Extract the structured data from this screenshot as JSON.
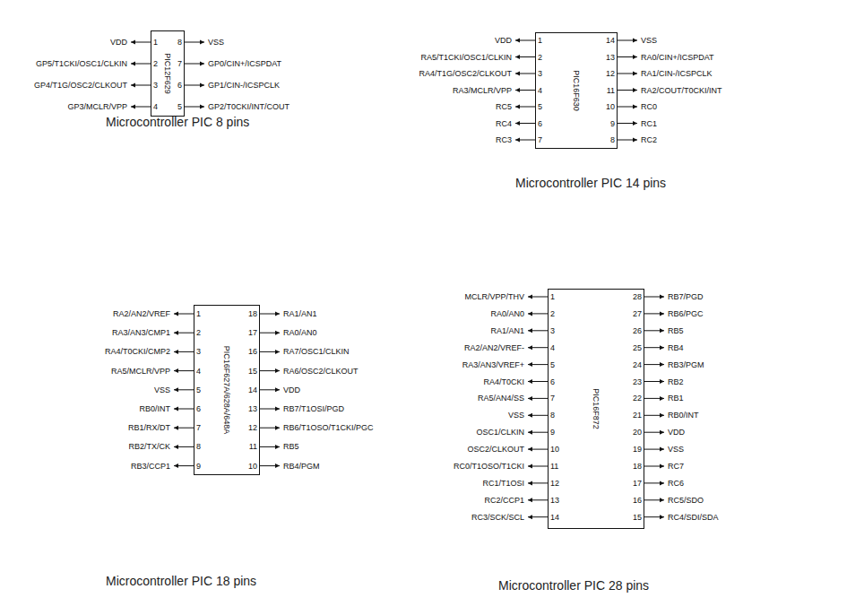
{
  "diagram": {
    "nodes": [
      {
        "text": [
          "PIC12F629"
        ]
      },
      {
        "text": [
          "PIC16F630"
        ]
      },
      {
        "text": [
          "PIC16F627A/628A/648A"
        ]
      },
      {
        "text": [
          "PIC16F872"
        ]
      }
    ],
    "labels": [
      "1",
      "VDD",
      "2",
      "GP5/T1CKI/OSC1/CLKIN",
      "3",
      "GP4/T1G/OSC2/CLKOUT",
      "4",
      "GP3/MCLR/VPP",
      "5",
      "GP2/T0CKI/INT/COUT",
      "6",
      "GP1/CIN-/ICSPCLK",
      "7",
      "GP0/CIN+/ICSPDAT",
      "8",
      "VSS",
      "Microcontroller PIC 8 pins",
      "1",
      "VDD",
      "2",
      "RA5/T1CKI/OSC1/CLKIN",
      "3",
      "RA4/T1G/OSC2/CLKOUT",
      "4",
      "RA3/MCLR/VPP",
      "5",
      "RC5",
      "6",
      "RC4",
      "7",
      "RC3",
      "8",
      "RC2",
      "9",
      "RC1",
      "10",
      "RC0",
      "11",
      "RA2/COUT/T0CKI/INT",
      "12",
      "RA1/CIN-/ICSPCLK",
      "13",
      "RA0/CIN+/ICSPDAT",
      "14",
      "VSS",
      "Microcontroller PIC 14  pins",
      "1",
      "RA2/AN2/VREF",
      "2",
      "RA3/AN3/CMP1",
      "3",
      "RA4/T0CKI/CMP2",
      "4",
      "RA5/MCLR/VPP",
      "5",
      "VSS",
      "6",
      "RB0/INT",
      "7",
      "RB1/RX/DT",
      "8",
      "RB2/TX/CK",
      "9",
      "RB3/CCP1",
      "10",
      "RB4/PGM",
      "11",
      "RB5",
      "12",
      "RB6/T1OSO/T1CKI/PGC",
      "13",
      "RB7/T1OSI/PGD",
      "14",
      "VDD",
      "15",
      "RA6/OSC2/CLKOUT",
      "16",
      "RA7/OSC1/CLKIN",
      "17",
      "RA0/AN0",
      "18",
      "RA1/AN1",
      "Microcontroller PIC 18 pins",
      "1",
      "MCLR/VPP/THV",
      "2",
      "RA0/AN0",
      "3",
      "RA1/AN1",
      "4",
      "RA2/AN2/VREF-",
      "5",
      "RA3/AN3/VREF+",
      "6",
      "RA4/T0CKI",
      "7",
      "RA5/AN4/SS",
      "8",
      "VSS",
      "9",
      "OSC1/CLKIN",
      "10",
      "OSC2/CLKOUT",
      "11",
      "RC0/T1OSO/T1CKI",
      "12",
      "RC1/T1OSI",
      "13",
      "RC2/CCP1",
      "14",
      "RC3/SCK/SCL",
      "15",
      "RC4/SDI/SDA",
      "16",
      "RC5/SDO",
      "17",
      "RC6",
      "18",
      "RC7",
      "19",
      "VSS",
      "20",
      "VDD",
      "21",
      "RB0/INT",
      "22",
      "RB1",
      "23",
      "RB2",
      "24",
      "RB3/PGM",
      "25",
      "RB4",
      "26",
      "RB5",
      "27",
      "RB6/PGC",
      "28",
      "RB7/PGD",
      "Microcontroller PIC 28 pins"
    ]
  }
}
